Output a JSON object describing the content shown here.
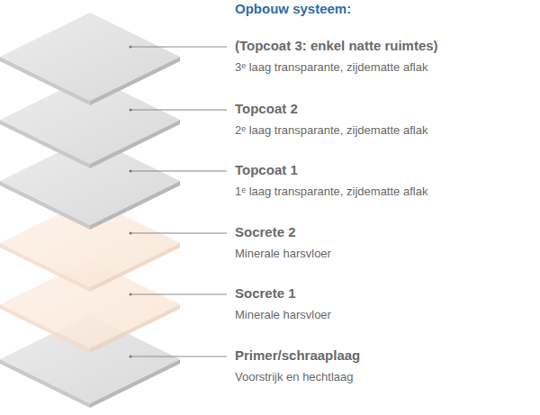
{
  "diagram": {
    "title": "Opbouw systeem:",
    "labels": [
      "(Topcoat 3: enkel natte ruimtes)",
      "3ᵉ laag transparante, zijdematte aflak",
      "Topcoat 2",
      "2ᵉ laag transparante, zijdematte aflak",
      "Topcoat 1",
      "1ᵉ laag transparante, zijdematte aflak",
      "Socrete 2",
      "Minerale harsvloer",
      "Socrete 1",
      "Minerale harsvloer",
      "Primer/schraaplaag",
      "Voorstrijk en hechtlaag"
    ]
  }
}
